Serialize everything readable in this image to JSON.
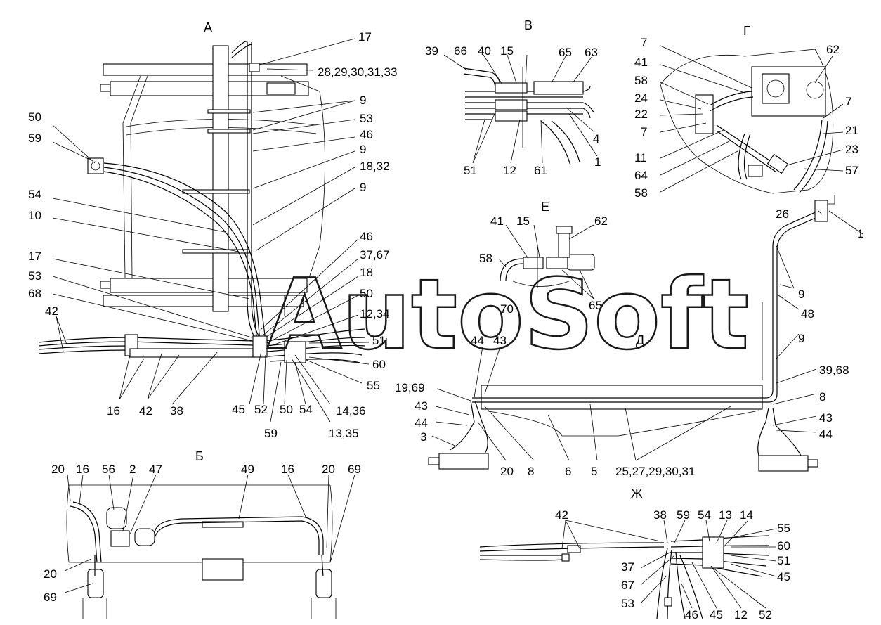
{
  "watermark": "AutoSoft",
  "views": {
    "A": {
      "title": "А",
      "labels": [
        "17",
        "28,29,30,31,33",
        "9",
        "53",
        "46",
        "9",
        "18,32",
        "9",
        "50",
        "59",
        "54",
        "10",
        "46",
        "37,67",
        "18",
        "17",
        "53",
        "68",
        "42",
        "50",
        "12,34",
        "51",
        "60",
        "55",
        "14,36",
        "13,35",
        "16",
        "42",
        "38",
        "45",
        "52",
        "50",
        "54",
        "59"
      ]
    },
    "B": {
      "title": "Б",
      "labels": [
        "20",
        "16",
        "56",
        "2",
        "47",
        "49",
        "16",
        "20",
        "69",
        "20",
        "69"
      ]
    },
    "V": {
      "title": "В",
      "labels": [
        "39",
        "66",
        "40",
        "15",
        "65",
        "63",
        "4",
        "51",
        "12",
        "61",
        "1"
      ]
    },
    "G": {
      "title": "Г",
      "labels": [
        "7",
        "41",
        "58",
        "24",
        "22",
        "7",
        "62",
        "7",
        "21",
        "23",
        "57",
        "11",
        "64",
        "58"
      ]
    },
    "E": {
      "title": "Е",
      "labels": [
        "41",
        "15",
        "62",
        "58",
        "70",
        "65"
      ]
    },
    "D": {
      "title": "Д",
      "labels": [
        "26",
        "1",
        "9",
        "48",
        "9",
        "39,68",
        "8",
        "43",
        "44",
        "44",
        "43",
        "19,69",
        "43",
        "44",
        "3",
        "20",
        "8",
        "6",
        "5",
        "25,27,29,30,31"
      ]
    },
    "ZH": {
      "title": "Ж",
      "labels": [
        "42",
        "38",
        "59",
        "54",
        "13",
        "14",
        "55",
        "60",
        "51",
        "45",
        "37",
        "67",
        "53",
        "46",
        "45",
        "12",
        "52"
      ]
    }
  }
}
